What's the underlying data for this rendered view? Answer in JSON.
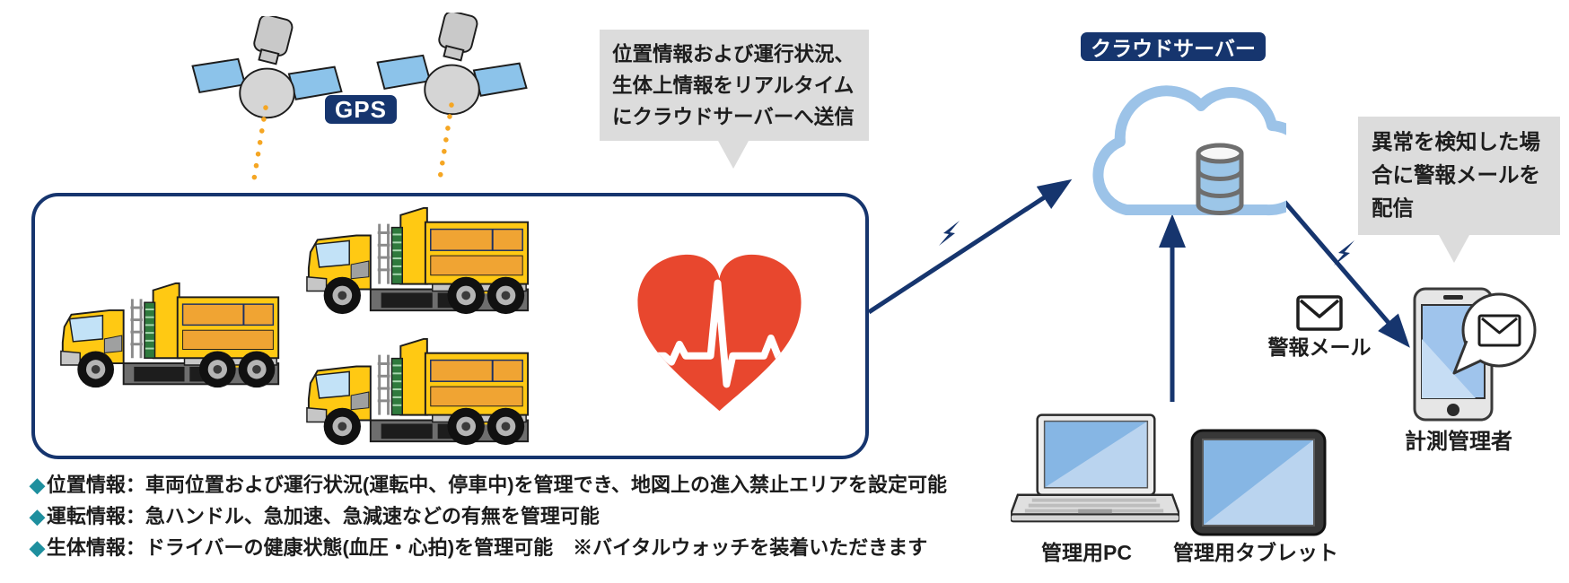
{
  "colors": {
    "navy": "#16356E",
    "cloud_blue": "#9CC3E8",
    "heart_red": "#E8472E",
    "bubble_gray": "#DCDCDC",
    "bullet_teal": "#1E8F9E",
    "signal_orange": "#F5A623",
    "truck_yellow": "#FFC913"
  },
  "icons": [
    "gps-satellite-icon",
    "cloud-icon",
    "database-icon",
    "heart-ecg-icon",
    "dump-truck-icon",
    "envelope-icon",
    "mail-bubble-icon",
    "smartphone-icon",
    "laptop-icon",
    "tablet-icon",
    "lightning-icon"
  ],
  "gps": {
    "label": "GPS"
  },
  "cloud_server": {
    "label": "クラウドサーバー"
  },
  "upload_note": {
    "lines": [
      "位置情報および運行状況、",
      "生体上情報をリアルタイム",
      "にクラウドサーバーへ送信"
    ]
  },
  "alert_note": {
    "lines": [
      "異常を検知した場",
      "合に警報メールを",
      "配信"
    ]
  },
  "alert_mail_label": "警報メール",
  "manager_label": "計測管理者",
  "pc_label": "管理用PC",
  "tablet_label": "管理用タブレット",
  "features": [
    {
      "bullet": "◆",
      "text": "位置情報：車両位置および運行状況(運転中、停車中)を管理でき、地図上の進入禁止エリアを設定可能"
    },
    {
      "bullet": "◆",
      "text": "運転情報：急ハンドル、急加速、急減速などの有無を管理可能"
    },
    {
      "bullet": "◆",
      "text": "生体情報：ドライバーの健康状態(血圧・心拍)を管理可能　※バイタルウォッチを装着いただきます"
    }
  ]
}
